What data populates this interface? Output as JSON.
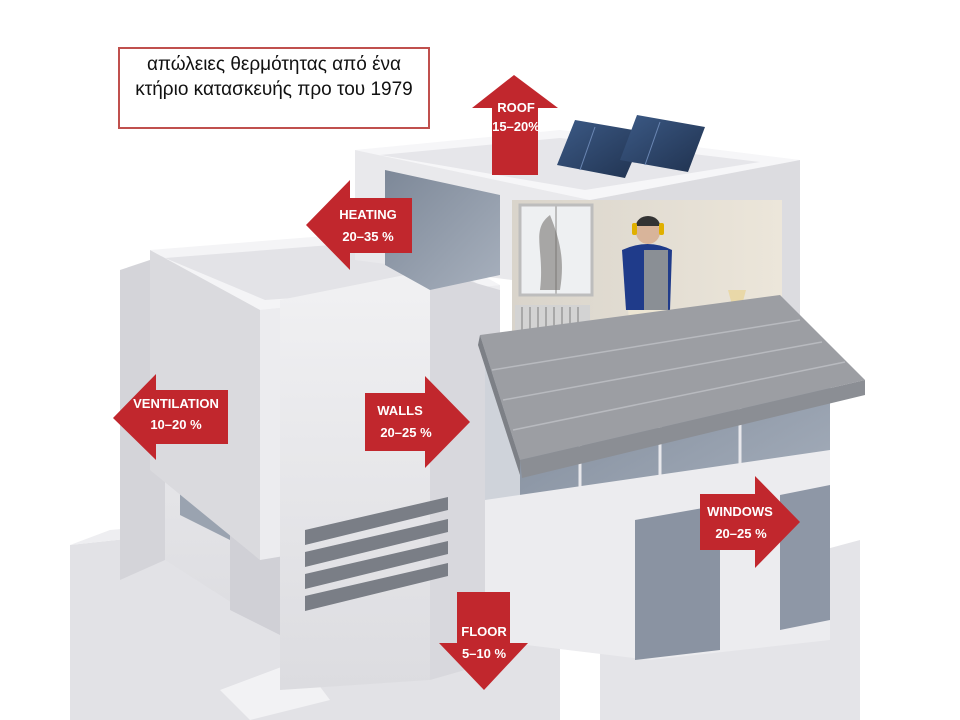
{
  "title": "απώλειες θερμότητας από ένα κτήριο κατασκευής προ του 1979",
  "colors": {
    "arrow": "#c1272d",
    "title_border": "#c0504d",
    "building": "#e9e9ec",
    "glass": "#8a95a5"
  },
  "heat_losses": [
    {
      "id": "roof",
      "label": "ROOF",
      "value": "15–20%",
      "direction": "up"
    },
    {
      "id": "heating",
      "label": "HEATING",
      "value": "20–35 %",
      "direction": "left"
    },
    {
      "id": "ventilation",
      "label": "VENTILATION",
      "value": "10–20 %",
      "direction": "left"
    },
    {
      "id": "walls",
      "label": "WALLS",
      "value": "20–25 %",
      "direction": "right"
    },
    {
      "id": "windows",
      "label": "WINDOWS",
      "value": "20–25 %",
      "direction": "right"
    },
    {
      "id": "floor",
      "label": "FLOOR",
      "value": "5–10 %",
      "direction": "down"
    }
  ]
}
